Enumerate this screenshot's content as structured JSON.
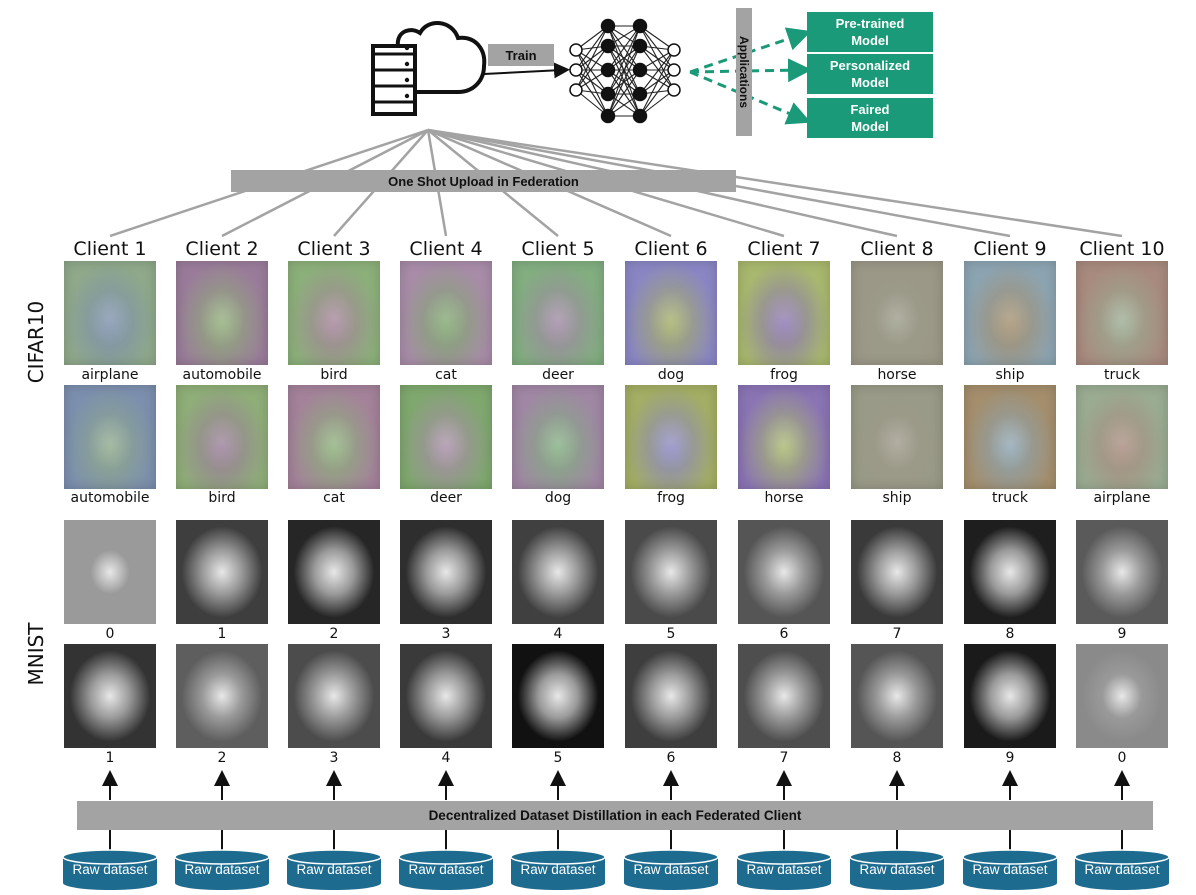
{
  "top": {
    "train_label": "Train",
    "applications_label": "Applications",
    "upload_bar": "One Shot Upload in Federation",
    "apps": [
      "Pre-trained\nModel",
      "Personalized\nModel",
      "Faired\nModel"
    ]
  },
  "clients": [
    {
      "name": "Client 1",
      "cifar_top": "airplane",
      "cifar_bottom": "automobile",
      "mnist_top": "0",
      "mnist_bottom": "1"
    },
    {
      "name": "Client 2",
      "cifar_top": "automobile",
      "cifar_bottom": "bird",
      "mnist_top": "1",
      "mnist_bottom": "2"
    },
    {
      "name": "Client 3",
      "cifar_top": "bird",
      "cifar_bottom": "cat",
      "mnist_top": "2",
      "mnist_bottom": "3"
    },
    {
      "name": "Client 4",
      "cifar_top": "cat",
      "cifar_bottom": "deer",
      "mnist_top": "3",
      "mnist_bottom": "4"
    },
    {
      "name": "Client 5",
      "cifar_top": "deer",
      "cifar_bottom": "dog",
      "mnist_top": "4",
      "mnist_bottom": "5"
    },
    {
      "name": "Client 6",
      "cifar_top": "dog",
      "cifar_bottom": "frog",
      "mnist_top": "5",
      "mnist_bottom": "6"
    },
    {
      "name": "Client 7",
      "cifar_top": "frog",
      "cifar_bottom": "horse",
      "mnist_top": "6",
      "mnist_bottom": "7"
    },
    {
      "name": "Client 8",
      "cifar_top": "horse",
      "cifar_bottom": "ship",
      "mnist_top": "7",
      "mnist_bottom": "8"
    },
    {
      "name": "Client 9",
      "cifar_top": "ship",
      "cifar_bottom": "truck",
      "mnist_top": "8",
      "mnist_bottom": "9"
    },
    {
      "name": "Client 10",
      "cifar_top": "truck",
      "cifar_bottom": "airplane",
      "mnist_top": "9",
      "mnist_bottom": "0"
    }
  ],
  "rows": {
    "cifar": "CIFAR10",
    "mnist": "MNIST"
  },
  "bottom": {
    "distill_bar": "Decentralized Dataset Distillation in each Federated Client",
    "raw_label": "Raw dataset"
  },
  "colors": {
    "teal": "#1a9a78",
    "bar_gray": "#a3a3a3",
    "db_blue": "#1d6b8e"
  },
  "cifar_tints": [
    [
      "#8fa98a",
      "#7c8fae"
    ],
    [
      "#9a7c9a",
      "#8fae78"
    ],
    [
      "#8cb07a",
      "#a4829a"
    ],
    [
      "#a88ca8",
      "#7fa86e"
    ],
    [
      "#82ae80",
      "#a087a4"
    ],
    [
      "#8a86c4",
      "#a4ae64"
    ],
    [
      "#a8b86e",
      "#8a74b4"
    ],
    [
      "#9c9888",
      "#9a9a88"
    ],
    [
      "#8ca4b2",
      "#a48e6c"
    ],
    [
      "#a88a7e",
      "#9aac92"
    ]
  ]
}
